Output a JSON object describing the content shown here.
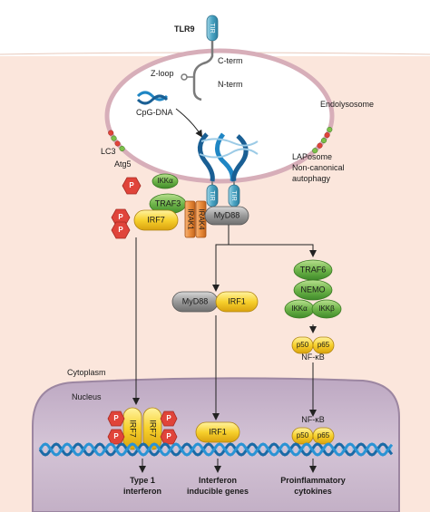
{
  "receptor": {
    "name": "TLR9",
    "domain": "TIR",
    "cterm": "C-term",
    "nterm": "N-term",
    "zloop": "Z-loop",
    "ligand": "CpG-DNA"
  },
  "compartments": {
    "endolysosome": "Endolysosome",
    "laposome": "LAPosome",
    "noncanonical": "Non-canonical",
    "autophagy": "autophagy",
    "cytoplasm": "Cytoplasm",
    "nucleus": "Nucleus"
  },
  "markers": {
    "lc3": "LC3",
    "atg5": "Atg5"
  },
  "proteins": {
    "ikka": "IKKα",
    "traf3": "TRAF3",
    "irf7": "IRF7",
    "irak1": "IRAK1",
    "irak4": "IRAK4",
    "myd88": "MyD88",
    "tir": "TIR",
    "irf1": "IRF1",
    "traf6": "TRAF6",
    "nemo": "NEMO",
    "ikkb": "IKKβ",
    "p50": "p50",
    "p65": "p65",
    "nfkb": "NF-κB",
    "phospho": "P"
  },
  "outputs": {
    "type1_line1": "Type 1",
    "type1_line2": "interferon",
    "ifn_line1": "Interferon",
    "ifn_line2": "inducible genes",
    "pro_line1": "Proinflammatory",
    "pro_line2": "cytokines"
  },
  "colors": {
    "cytoplasm": "#fbe6dc",
    "nucleus": "#cdb9cf",
    "tir": "#5aaec6",
    "traf": "#6fb54a",
    "irf": "#f5c623",
    "irak": "#e98b3a",
    "myd88": "#8c8c8c",
    "phospho": "#e0443a",
    "dna": "#1f86c4"
  }
}
